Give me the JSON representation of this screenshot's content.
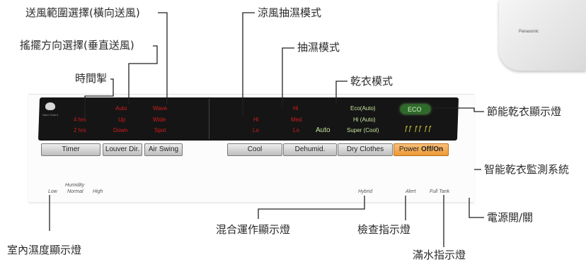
{
  "callouts": {
    "air_range": "送風範圍選擇(橫向送風)",
    "louver_dir": "搖擺方向選擇(垂直送風)",
    "timer": "時間掣",
    "cool_mode": "涼風抽濕模式",
    "dehumid_mode": "抽濕模式",
    "dry_mode": "乾衣模式",
    "eco_display": "節能乾衣顯示燈",
    "smart_dry": "智能乾衣監測系統",
    "power": "電源開/關",
    "humidity_display": "室內濕度顯示燈",
    "hybrid_display": "混合運作顯示燈",
    "alert_display": "檢查指示燈",
    "full_tank_display": "滿水指示燈"
  },
  "panel": {
    "logo_caption": "Nano Guard",
    "timer_leds": [
      "4 hrs",
      "2 hrs"
    ],
    "louver_leds": [
      "Auto",
      "Up",
      "Down"
    ],
    "swing_leds": [
      "Wave",
      "Wide",
      "Spot"
    ],
    "cool_leds": [
      "Hi",
      "Lo"
    ],
    "dehumid_leds": [
      "Hi",
      "Med",
      "Lo"
    ],
    "dehumid_auto": "Auto",
    "dry_leds": [
      "Eco(Auto)",
      "Hi (Auto)",
      "Super (Cool)"
    ],
    "eco": "ECO",
    "eco_glyphs": "!! !! !!"
  },
  "buttons": {
    "timer": "Timer",
    "louver": "Louver Dir.",
    "air_swing": "Air Swing",
    "cool": "Cool",
    "dehumid": "Dehumid.",
    "dry": "Dry Clothes",
    "power": "Power",
    "onoff": "Off/On"
  },
  "indicators": {
    "humidity_title": "Humidity",
    "humidity_levels": [
      "Low",
      "Normal",
      "High"
    ],
    "hybrid": "Hybrid",
    "alert": "Alert",
    "full_tank": "Full Tank"
  },
  "device_brand": "Panasonic",
  "colors": {
    "led_red": "#d41c1c",
    "led_green": "#c8e6a0",
    "panel_dark": "#151515",
    "power_button": "#f5a94a"
  }
}
